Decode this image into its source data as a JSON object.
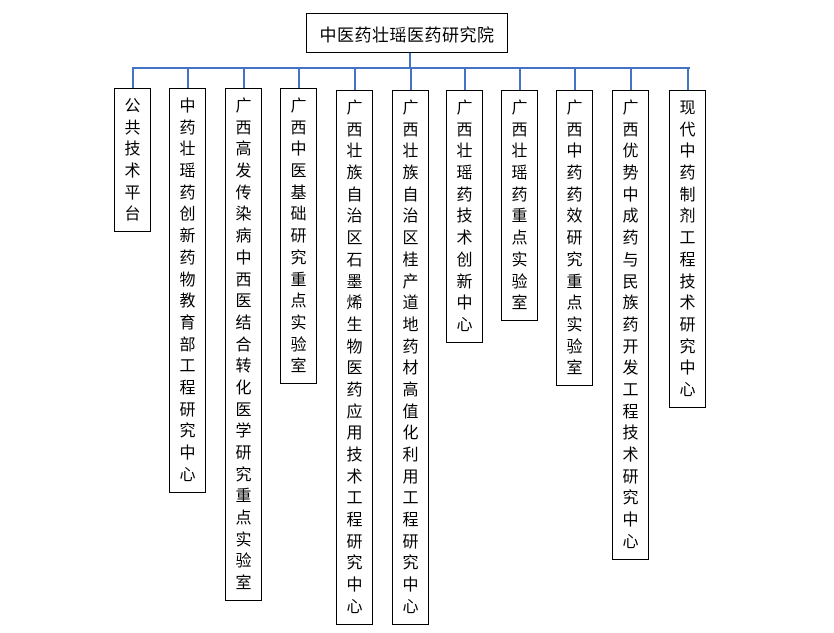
{
  "root": {
    "label": "中医药壮瑶医药研究院"
  },
  "colors": {
    "connector": "#4472c4",
    "border": "#000000",
    "background": "#ffffff"
  },
  "children": [
    {
      "label": "公共技术平台"
    },
    {
      "label": "中药壮瑶药创新药物教育部工程研究中心"
    },
    {
      "label": "广西高发传染病中西医结合转化医学研究重点实验室"
    },
    {
      "label": "广西中医基础研究重点实验室"
    },
    {
      "label": "广西壮族自治区石墨烯生物医药应用技术工程研究中心"
    },
    {
      "label": "广西壮族自治区桂产道地药材高值化利用工程研究中心"
    },
    {
      "label": "广西壮瑶药技术创新中心"
    },
    {
      "label": "广西壮瑶药重点实验室"
    },
    {
      "label": "广西中药药效研究重点实验室"
    },
    {
      "label": "广西优势中成药与民族药开发工程技术研究中心"
    },
    {
      "label": "现代中药制剂工程技术研究中心"
    }
  ]
}
